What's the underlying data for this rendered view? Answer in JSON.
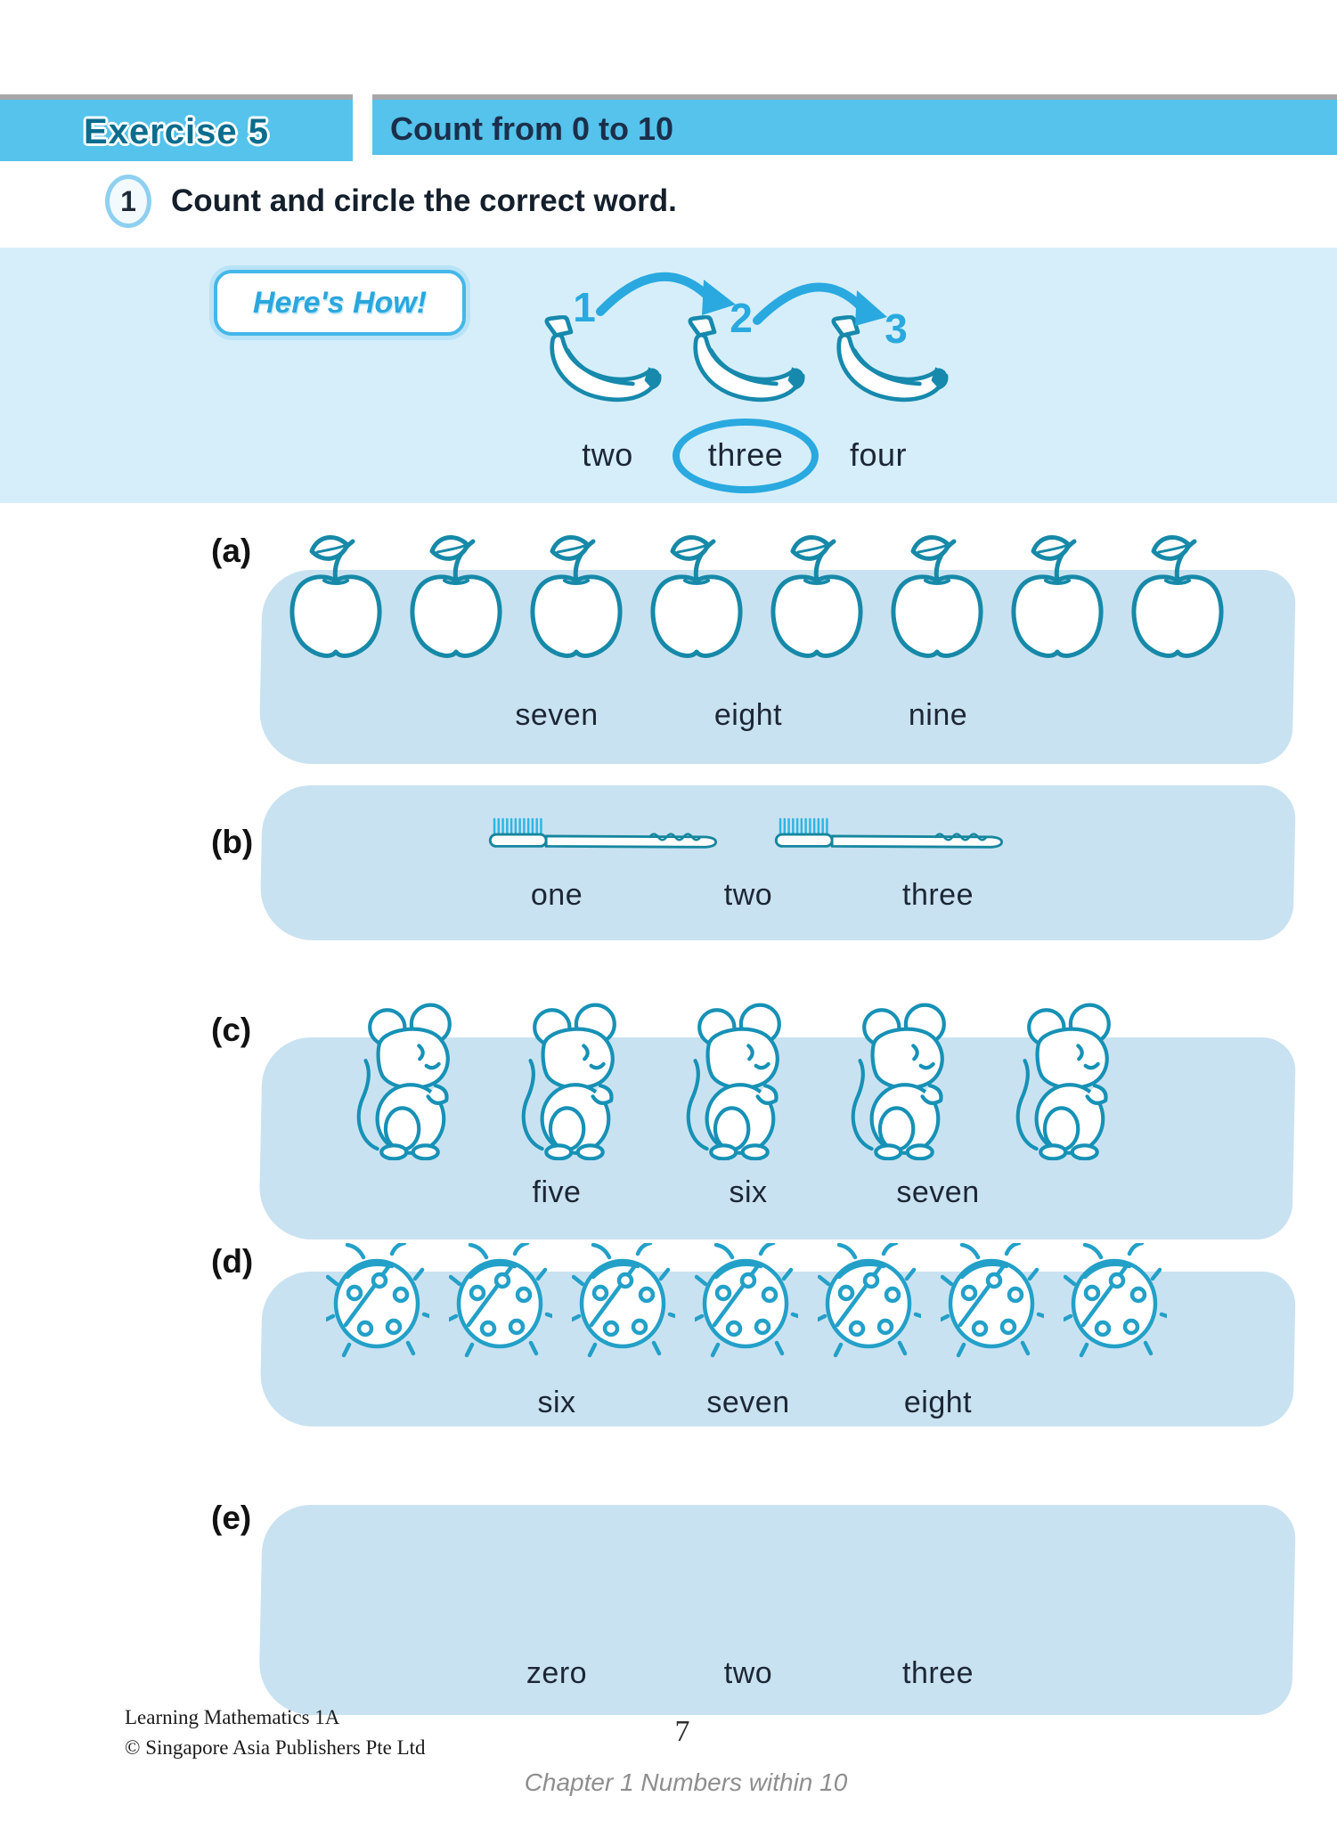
{
  "header": {
    "exercise_label": "Exercise 5",
    "title": "Count from 0 to 10"
  },
  "question": {
    "number": "1",
    "text": "Count and circle the correct word."
  },
  "example": {
    "badge": "Here's How!",
    "icon": "banana",
    "count": 3,
    "count_labels": [
      "1",
      "2",
      "3"
    ],
    "options": [
      "two",
      "three",
      "four"
    ],
    "circled_option": "three"
  },
  "sections": [
    {
      "label": "(a)",
      "icon": "apple",
      "count": 8,
      "options": [
        "seven",
        "eight",
        "nine"
      ]
    },
    {
      "label": "(b)",
      "icon": "toothbrush",
      "count": 2,
      "options": [
        "one",
        "two",
        "three"
      ]
    },
    {
      "label": "(c)",
      "icon": "mouse",
      "count": 5,
      "options": [
        "five",
        "six",
        "seven"
      ]
    },
    {
      "label": "(d)",
      "icon": "ladybug",
      "count": 7,
      "options": [
        "six",
        "seven",
        "eight"
      ]
    },
    {
      "label": "(e)",
      "icon": "none",
      "count": 0,
      "options": [
        "zero",
        "two",
        "three"
      ]
    }
  ],
  "footer": {
    "book": "Learning Mathematics 1A",
    "copyright": "© Singapore Asia Publishers Pte Ltd",
    "page_number": "7",
    "chapter": "Chapter 1  Numbers within 10"
  },
  "colors": {
    "header_band": "#55c3eb",
    "header_shadow": "#a7a7a7",
    "example_panel": "#d6eefa",
    "section_panel": "#c9e2f1",
    "drawing_stroke": "#1789a8",
    "accent_cyan": "#29a9df",
    "word_text": "#1c2634"
  }
}
